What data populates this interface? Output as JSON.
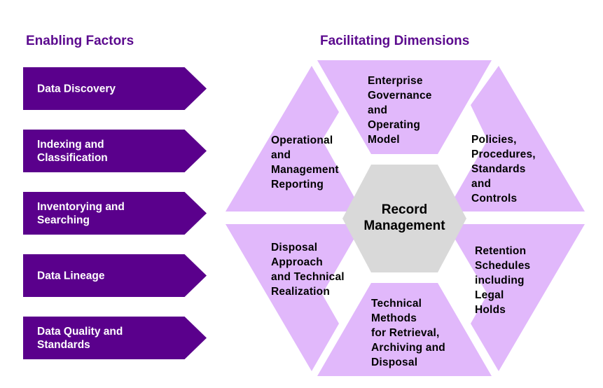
{
  "colors": {
    "heading": "#5b0a8e",
    "arrow_fill": "#5a008c",
    "segment_fill": "#e1b8fb",
    "center_fill": "#d9d9d9"
  },
  "enabling": {
    "title": "Enabling Factors",
    "items": [
      {
        "label": "Data Discovery"
      },
      {
        "label": "Indexing and\nClassification"
      },
      {
        "label": "Inventorying and\nSearching"
      },
      {
        "label": "Data Lineage"
      },
      {
        "label": "Data Quality and\nStandards"
      }
    ]
  },
  "facilitating": {
    "title": "Facilitating Dimensions",
    "center": "Record\nManagement",
    "segments": [
      {
        "id": "top",
        "label": "Enterprise\nGovernance\nand\nOperating\nModel"
      },
      {
        "id": "upper-right",
        "label": "Policies,\nProcedures,\nStandards\nand\nControls"
      },
      {
        "id": "lower-right",
        "label": "Retention\nSchedules\nincluding\nLegal\nHolds"
      },
      {
        "id": "bottom",
        "label": "Technical\nMethods\nfor Retrieval,\nArchiving and\nDisposal"
      },
      {
        "id": "lower-left",
        "label": "Disposal\nApproach\nand Technical\nRealization"
      },
      {
        "id": "upper-left",
        "label": "Operational\nand\nManagement\nReporting"
      }
    ]
  }
}
